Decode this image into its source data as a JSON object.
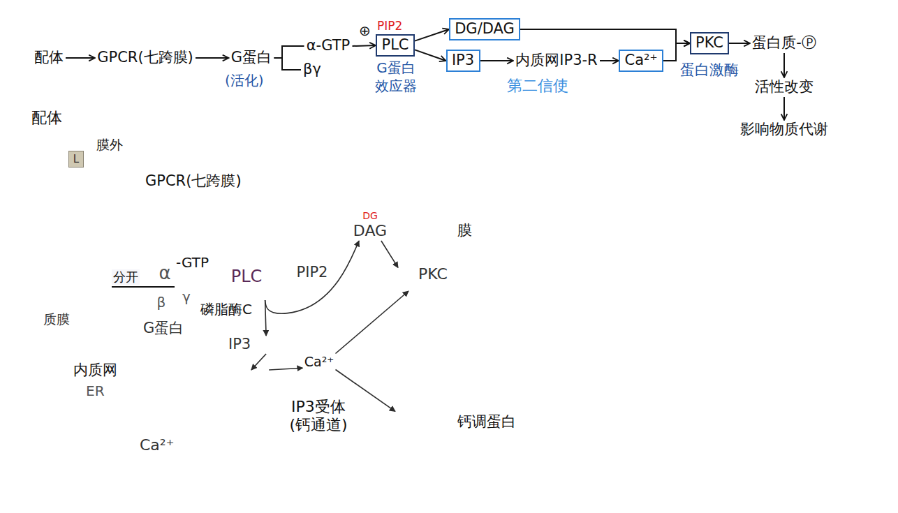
{
  "diagram": {
    "nodes": [
      {
        "text": [
          "配体"
        ]
      },
      {
        "text": [
          "GPCR(七跨膜)"
        ]
      },
      {
        "text": [
          "G蛋白"
        ]
      },
      {
        "text": [
          "α-GTP"
        ]
      },
      {
        "text": [
          "βγ"
        ]
      },
      {
        "text": [
          "PLC"
        ]
      },
      {
        "text": [
          "DG/DAG"
        ]
      },
      {
        "text": [
          "IP3"
        ]
      },
      {
        "text": [
          "内质网IP3-R"
        ]
      },
      {
        "text": [
          "Ca²⁺"
        ]
      },
      {
        "text": [
          "PKC"
        ]
      },
      {
        "text": [
          "蛋白质-Ⓟ"
        ]
      },
      {
        "text": [
          "活性改变"
        ]
      },
      {
        "text": [
          "影响物质代谢"
        ]
      },
      {
        "text": [
          "L"
        ]
      },
      {
        "text": [
          "α"
        ]
      },
      {
        "text": [
          "β"
        ]
      },
      {
        "text": [
          "γ"
        ]
      },
      {
        "text": [
          "PLC"
        ]
      },
      {
        "text": [
          "PIP2"
        ]
      },
      {
        "text": [
          "DG",
          "DAG"
        ]
      },
      {
        "text": [
          "PKC"
        ]
      },
      {
        "text": [
          "IP3"
        ]
      },
      {
        "text": [
          "Ca²⁺"
        ]
      },
      {
        "text": [
          "内质网",
          "ER",
          "Ca²⁺"
        ]
      },
      {
        "text": [
          "IP3受体 (钙通道)"
        ]
      },
      {
        "text": [
          "CaM"
        ]
      }
    ],
    "edges": [
      {
        "from": 0,
        "to": 1,
        "arrow": "to"
      },
      {
        "from": 1,
        "to": 2,
        "arrow": "to"
      },
      {
        "from": 2,
        "to": 3,
        "arrow": "none"
      },
      {
        "from": 2,
        "to": 4,
        "arrow": "none"
      },
      {
        "from": 3,
        "to": 5,
        "arrow": "to"
      },
      {
        "from": 5,
        "to": 6,
        "arrow": "to"
      },
      {
        "from": 5,
        "to": 7,
        "arrow": "to"
      },
      {
        "from": 7,
        "to": 8,
        "arrow": "to"
      },
      {
        "from": 8,
        "to": 9,
        "arrow": "to"
      },
      {
        "from": 6,
        "to": 10,
        "arrow": "to"
      },
      {
        "from": 9,
        "to": 10,
        "arrow": "to"
      },
      {
        "from": 10,
        "to": 11,
        "arrow": "to"
      },
      {
        "from": 11,
        "to": 12,
        "arrow": "to"
      },
      {
        "from": 12,
        "to": 13,
        "arrow": "to"
      },
      {
        "from": 18,
        "to": 20,
        "arrow": "to"
      },
      {
        "from": 18,
        "to": 22,
        "arrow": "to"
      },
      {
        "from": 20,
        "to": 21,
        "arrow": "to"
      },
      {
        "from": 22,
        "to": 25,
        "arrow": "to"
      },
      {
        "from": 25,
        "to": 23,
        "arrow": "to"
      },
      {
        "from": 23,
        "to": 21,
        "arrow": "to"
      },
      {
        "from": 23,
        "to": 26,
        "arrow": "to"
      }
    ],
    "labels": [
      "(活化)",
      "⊕",
      "PIP2",
      "G蛋白 效应器",
      "第二信使",
      "蛋白激酶",
      "配体",
      "膜外",
      "GPCR(七跨膜)",
      "膜",
      "-GTP",
      "分开",
      "磷脂酶C",
      "质膜",
      "G蛋白",
      "钙调蛋白"
    ]
  }
}
